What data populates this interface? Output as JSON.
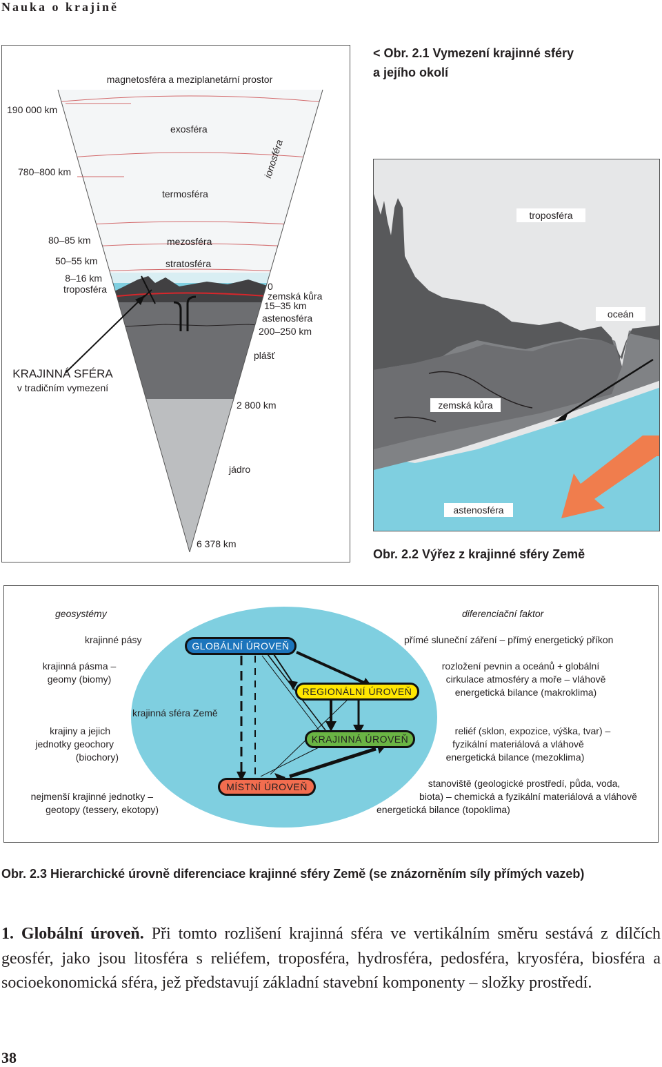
{
  "header": {
    "title": "Nauka o krajině",
    "page_number": "38"
  },
  "fig1": {
    "caption_line1": "< Obr. 2.1 Vymezení krajinné sféry",
    "caption_line2": "a jejího okolí",
    "labels": {
      "magnetosphere": "magnetosféra a meziplanetární prostor",
      "exosphere": "exosféra",
      "ionosphere": "ionosféra",
      "thermosphere": "termosféra",
      "mesosphere": "mezosféra",
      "stratosphere": "stratosféra",
      "troposphere": "troposféra",
      "zero": "0",
      "crust": "zemská kůra",
      "crust_depth": "15–35 km",
      "asthenosphere": "astenosféra",
      "asth_depth": "200–250 km",
      "mantle": "plášť",
      "core_depth": "2 800 km",
      "core": "jádro",
      "radius": "6 378 km",
      "landscape_sphere": "KRAJINNÁ SFÉRA",
      "traditional": "v tradičním vymezení"
    },
    "altitudes": {
      "a190000": "190 000 km",
      "a780": "780–800 km",
      "a80": "80–85 km",
      "a50": "50–55 km",
      "a8": "8–16 km"
    }
  },
  "fig2": {
    "caption": "Obr. 2.2 Výřez z krajinné sféry Země",
    "labels": {
      "troposphere": "troposféra",
      "ocean": "oceán",
      "crust": "zemská kůra",
      "asthenosphere": "astenosféra"
    },
    "colors": {
      "sky": "#e6e7e8",
      "mountain": "#58595b",
      "crust": "#808285",
      "asthenosphere": "#7fcfe0",
      "arrow": "#f07d4d"
    }
  },
  "fig3": {
    "caption": "Obr. 2.3 Hierarchické úrovně diferenciace krajinné sféry Země (se znázorněním síly přímých vazeb)",
    "left": {
      "header": "geosystémy",
      "belts": "krajinné pásy",
      "zones_1": "krajinná pásma –",
      "zones_2": "geomy (biomy)",
      "landscapes_1": "krajiny a jejich",
      "landscapes_2": "jednotky geochory",
      "landscapes_3": "(biochory)",
      "smallest_1": "nejmenší krajinné jednotky –",
      "smallest_2": "geotopy (tessery, ekotopy)"
    },
    "ellipse_label": "krajinná sféra Země",
    "levels": {
      "global": "GLOBÁLNÍ ÚROVEŇ",
      "regional": "REGIONÁLNÍ ÚROVEŇ",
      "landscape": "KRAJINNÁ ÚROVEŇ",
      "local": "MÍSTNÍ ÚROVEŇ"
    },
    "level_colors": {
      "global": "#1c75bc",
      "regional": "#ffe600",
      "landscape": "#6ab544",
      "local": "#f26d4f",
      "ellipse": "#7fcfe0"
    },
    "right": {
      "header": "diferenciační faktor",
      "f1": "přímé sluneční záření – přímý energetický příkon",
      "f2_1": "rozložení pevnin a oceánů + globální",
      "f2_2": "cirkulace atmosféry a moře – vláhově",
      "f2_3": "energetická bilance (makroklima)",
      "f3_1": "reliéf (sklon, expozice, výška, tvar) –",
      "f3_2": "fyzikální materiálová a vláhově",
      "f3_3": "energetická bilance (mezoklima)",
      "f4_1": "stanoviště (geologické prostředí, půda, voda,",
      "f4_2": "biota) – chemická a fyzikální materiálová a vláhově",
      "f4_3": "energetická bilance (topoklima)"
    }
  },
  "text": {
    "lead": "1. Globální úroveň.",
    "body": " Při tomto rozlišení krajinná sféra ve vertikálním směru sestává z dílčích geosfér, jako jsou litosféra s reliéfem, troposféra, hydrosféra, pedosféra, kryosféra, biosféra a socioekonomická sféra, jež představují základní stavební komponenty – složky prostředí."
  }
}
